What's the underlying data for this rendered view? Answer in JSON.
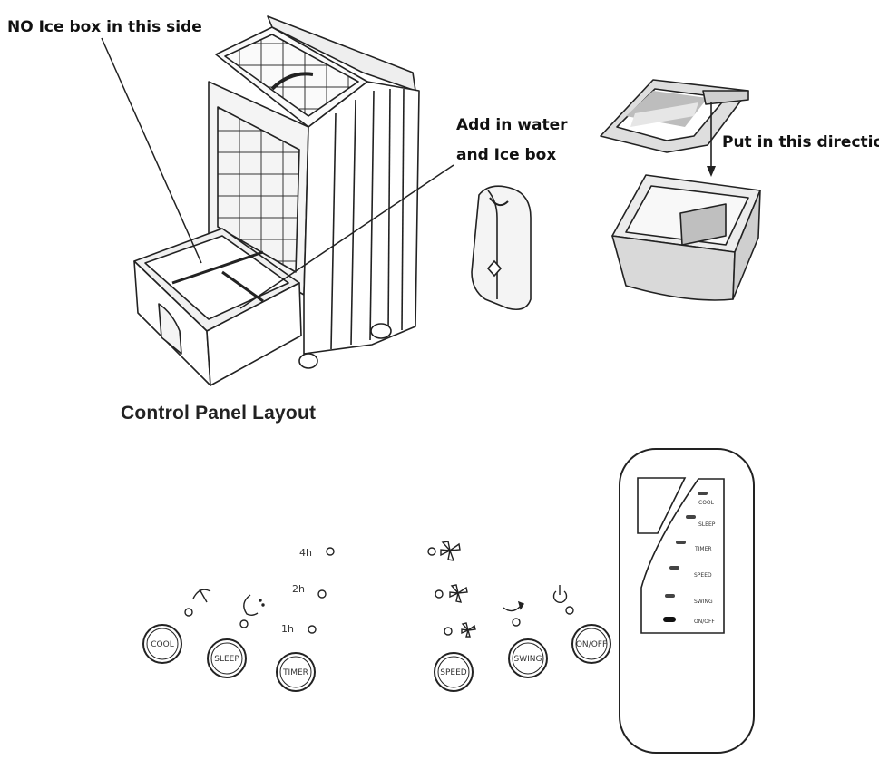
{
  "labels": {
    "no_ice_box": "NO Ice box in this side",
    "add_water_line1": "Add in water",
    "add_water_line2": "and Ice box",
    "put_direction": "Put in this direction",
    "control_panel_title": "Control Panel Layout"
  },
  "control_panel": {
    "buttons": [
      "COOL",
      "SLEEP",
      "TIMER",
      "SPEED",
      "SWING",
      "ON/OFF"
    ],
    "timer_indicators": [
      "4h",
      "2h",
      "1h"
    ]
  },
  "remote": {
    "indicators": [
      "COOL",
      "SLEEP",
      "TIMER",
      "SPEED",
      "SWING",
      "ON/OFF"
    ]
  },
  "colors": {
    "line": "#222222",
    "fill_light": "#f2f2f2",
    "fill_mid": "#dcdcdc"
  }
}
